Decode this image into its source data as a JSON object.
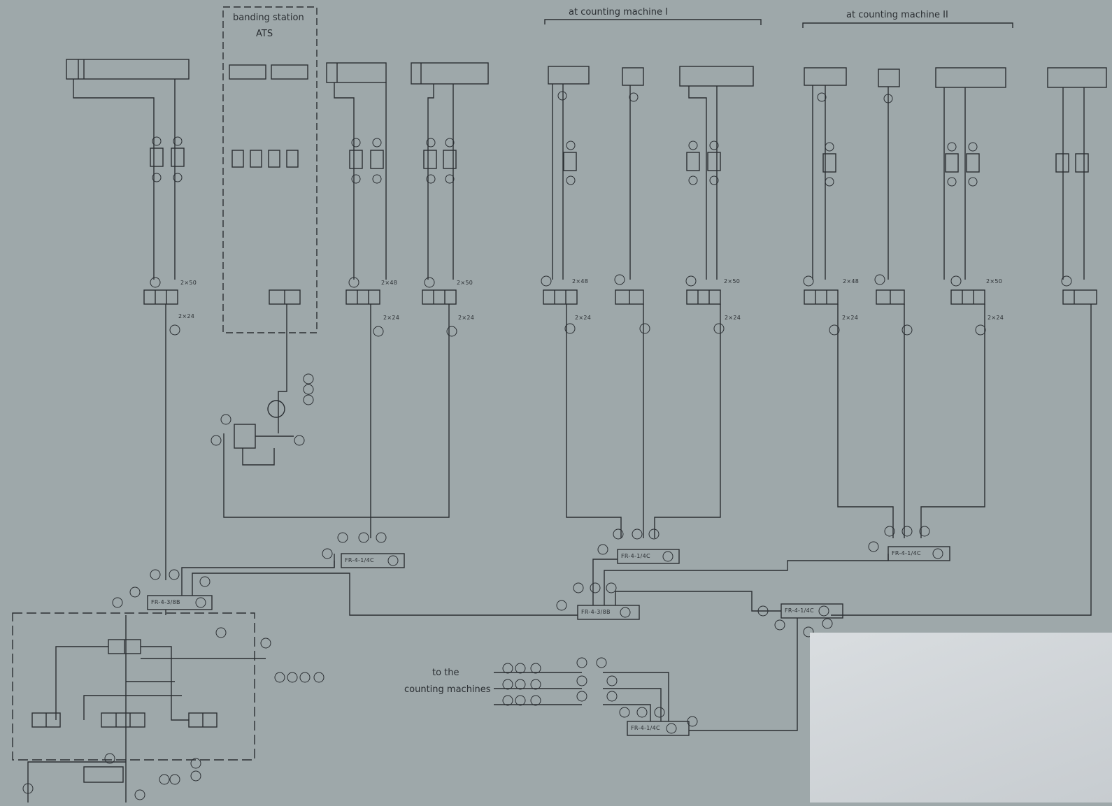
{
  "headers": {
    "banding_station": "banding station",
    "ats": "ATS",
    "counting_machine_1": "at counting machine I",
    "counting_machine_2": "at counting machine II"
  },
  "side_label": {
    "line1": "to the",
    "line2": "counting machines"
  },
  "frl_units": {
    "u1": "FR-4-1/4C",
    "u2": "FR-4-3/8B",
    "u3": "FR-4-1/4C",
    "u4": "FR-4-3/8B",
    "u5": "FR-4-1/4C",
    "u6": "FR-4-1/4C",
    "u7": "FR-4-1/4C"
  },
  "valve_tags": {
    "pair": "2×50",
    "pair_b": "2×48",
    "pair_c": "2×24"
  },
  "colors": {
    "paper": "#9ea8aa",
    "ink": "#2b2f33",
    "overlay_sheet": "#d2d6d9"
  }
}
